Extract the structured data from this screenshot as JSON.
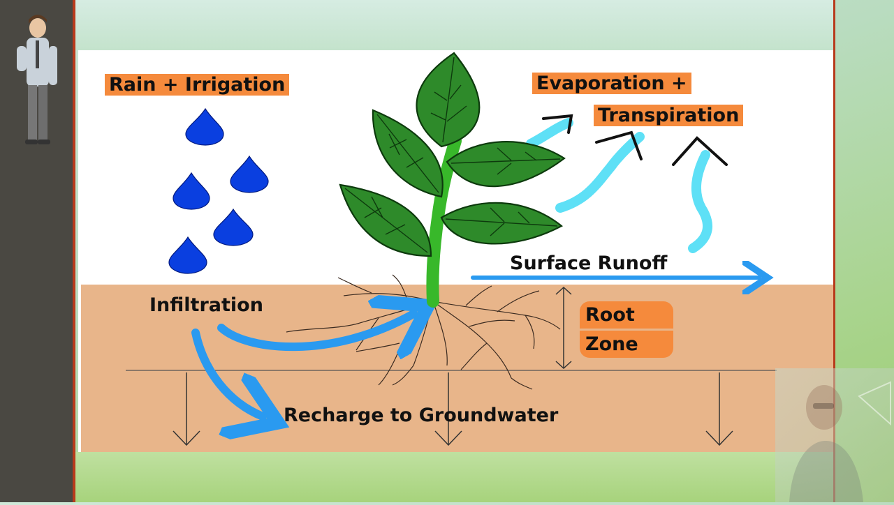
{
  "labels": {
    "rain_irrigation": "Rain + Irrigation",
    "evaporation": "Evaporation +",
    "transpiration": "Transpiration",
    "surface_runoff": "Surface Runoff",
    "infiltration": "Infiltration",
    "root": "Root",
    "zone": "Zone",
    "recharge": "Recharge to Groundwater"
  },
  "colors": {
    "highlight": "#f58a3c",
    "soil": "#e8b58a",
    "water_drop": "#0a3fe0",
    "arrow_blue": "#2a9af0",
    "vapor": "#5ee0f6",
    "leaf": "#2e8a2a",
    "stem": "#38b82a",
    "accent_red": "#b83a1c"
  },
  "icons": {
    "presenter": "presenter-avatar-icon",
    "webcam": "webcam-overlay"
  }
}
